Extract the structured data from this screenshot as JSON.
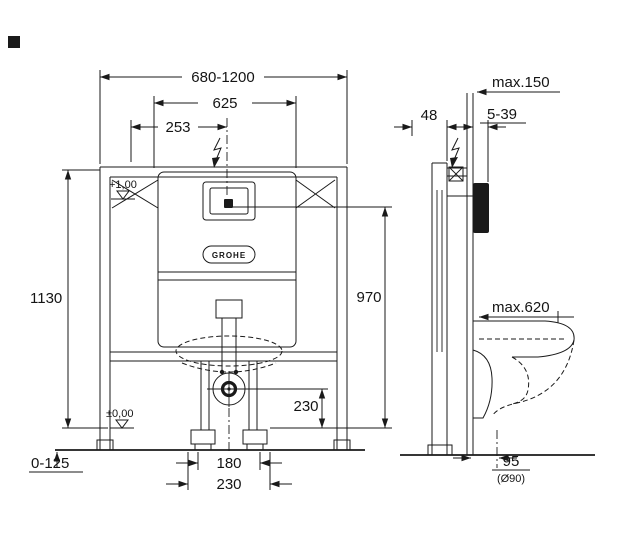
{
  "front_view": {
    "width_range": "680-1200",
    "cistern_width": "625",
    "actuator_offset": "253",
    "frame_height": "1130",
    "level_upper": "+1,00",
    "level_zero": "±0,00",
    "foot_adjust": "0-125",
    "actuator_height": "970",
    "outlet_height": "230",
    "outlet_width": "180",
    "base_spacing": "230",
    "brand": "GROHE"
  },
  "side_view": {
    "max_wall_distance": "max.150",
    "frame_depth": "48",
    "plate_range": "5-39",
    "max_pan_depth": "max.620",
    "outlet_offset": "95",
    "outlet_diameter": "(Ø90)"
  }
}
